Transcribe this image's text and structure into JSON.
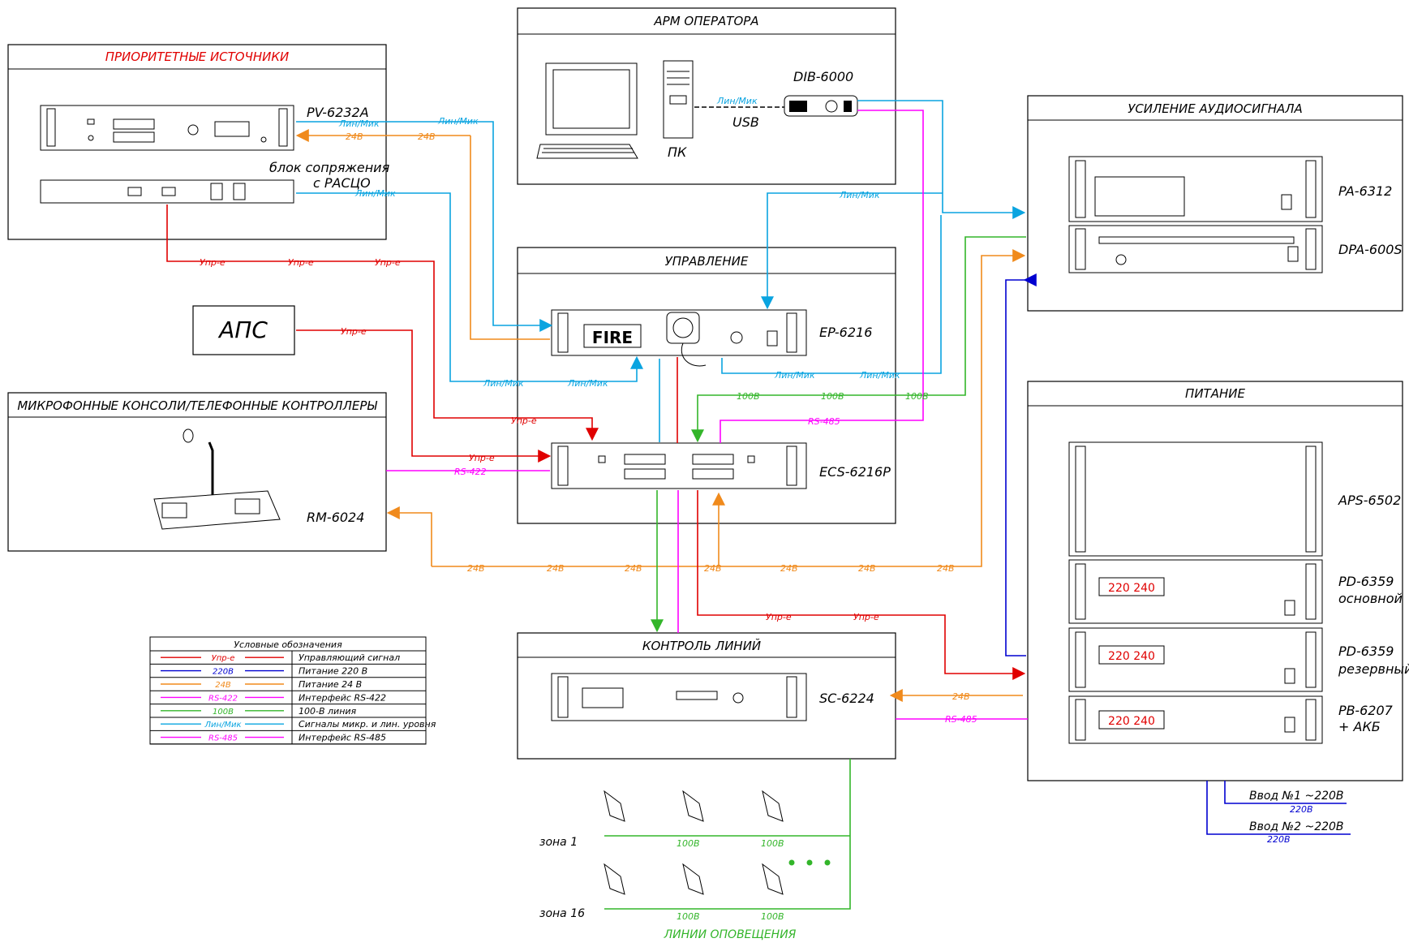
{
  "blocks": {
    "arm": "АРМ ОПЕРАТОРА",
    "priority": "ПРИОРИТЕТНЫЕ ИСТОЧНИКИ",
    "control": "УПРАВЛЕНИЕ",
    "mics": "МИКРОФОННЫЕ КОНСОЛИ/ТЕЛЕФОННЫЕ КОНТРОЛЛЕРЫ",
    "amp": "УСИЛЕНИЕ АУДИОСИГНАЛА",
    "power": "ПИТАНИЕ",
    "lines": "КОНТРОЛЬ ЛИНИЙ",
    "aps": "АПС"
  },
  "devices": {
    "dib": "DIB-6000",
    "pk": "ПК",
    "usb": "USB",
    "pv": "PV-6232A",
    "interface1": "блок сопряжения",
    "interface2": "с РАСЦО",
    "ep": "EP-6216",
    "fire": "FIRE",
    "ecs": "ECS-6216P",
    "rm": "RM-6024",
    "pa": "PA-6312",
    "dpa": "DPA-600S",
    "aps6502": "APS-6502",
    "pd1": "PD-6359",
    "pd1b": "основной",
    "pd2": "PD-6359",
    "pd2b": "резервный",
    "pb": "PB-6207",
    "pbb": "+ АКБ",
    "sc": "SC-6224",
    "lcd": "220 240"
  },
  "wires": {
    "linmic": "Лин/Мик",
    "upr": "Упр-е",
    "v24": "24В",
    "v100": "100В",
    "v220": "220В",
    "rs485": "RS-485",
    "rs422": "RS-422"
  },
  "inputs": {
    "in1": "Ввод №1 ~220В",
    "in2": "Ввод №2 ~220В",
    "v220": "220В"
  },
  "zones": {
    "zone1": "зона 1",
    "zone16": "зона 16",
    "lines_label": "ЛИНИИ ОПОВЕЩЕНИЯ",
    "v100": "100В"
  },
  "legend": {
    "title": "Условные обозначения",
    "rows": [
      {
        "sample": "Упр-е",
        "text": "Управляющий сигнал",
        "color": "#e00000"
      },
      {
        "sample": "220В",
        "text": "Питание 220 В",
        "color": "#0000d0"
      },
      {
        "sample": "24В",
        "text": "Питание 24 В",
        "color": "#f08a1c"
      },
      {
        "sample": "RS-422",
        "text": "Интерфейс RS-422",
        "color": "#ff00ff"
      },
      {
        "sample": "100В",
        "text": "100-В линия",
        "color": "#33b52a"
      },
      {
        "sample": "Лин/Мик",
        "text": "Сигналы микр. и лин. уровня",
        "color": "#0aa4e0"
      },
      {
        "sample": "RS-485",
        "text": "Интерфейс RS-485",
        "color": "#ff00ff"
      }
    ]
  }
}
